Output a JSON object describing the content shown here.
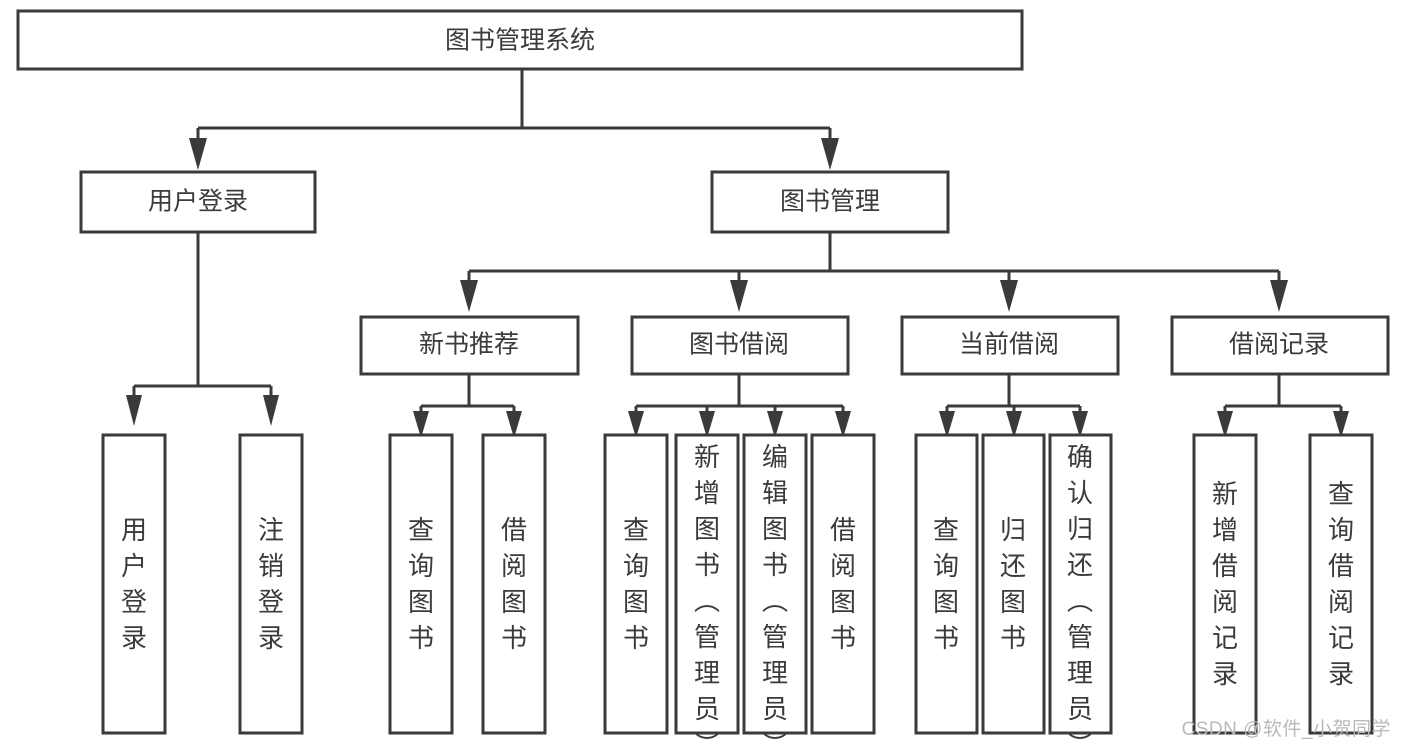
{
  "diagram": {
    "type": "tree-hierarchy-chart",
    "title": "图书管理系统",
    "colors": {
      "stroke": "#3a3a3a",
      "fill": "#ffffff",
      "text": "#3b3b3b",
      "watermark": "#b9b9b9",
      "background": "#ffffff"
    },
    "root": {
      "label": "图书管理系统"
    },
    "level1": [
      {
        "label": "用户登录"
      },
      {
        "label": "图书管理"
      }
    ],
    "level2": [
      {
        "label": "新书推荐"
      },
      {
        "label": "图书借阅"
      },
      {
        "label": "当前借阅"
      },
      {
        "label": "借阅记录"
      }
    ],
    "leaves": {
      "user_login": [
        {
          "label": "用户登录"
        },
        {
          "label": "注销登录"
        }
      ],
      "new_book_recommend": [
        {
          "label": "查询图书"
        },
        {
          "label": "借阅图书"
        }
      ],
      "book_borrow": [
        {
          "label": "查询图书"
        },
        {
          "label": "新增图书（管理员）"
        },
        {
          "label": "编辑图书（管理员）"
        },
        {
          "label": "借阅图书"
        }
      ],
      "current_borrow": [
        {
          "label": "查询图书"
        },
        {
          "label": "归还图书"
        },
        {
          "label": "确认归还（管理员）"
        }
      ],
      "borrow_record": [
        {
          "label": "新增借阅记录"
        },
        {
          "label": "查询借阅记录"
        }
      ]
    }
  },
  "watermark": {
    "text": "CSDN @软件_小贺同学"
  }
}
